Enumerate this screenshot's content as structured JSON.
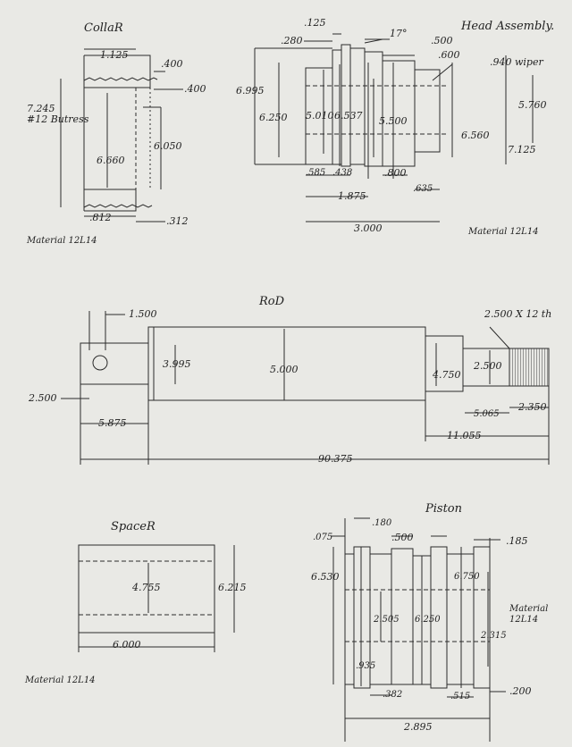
{
  "collar": {
    "title": "CollaR",
    "dims": [
      "1.125",
      ".400",
      ".400",
      "7.245",
      "#12 Butress",
      "6.050",
      "6.660",
      ".812",
      ".312"
    ],
    "material": "Material 12L14"
  },
  "head": {
    "title": "Head Assembly.",
    "dims": [
      ".125",
      ".280",
      "17°",
      ".500",
      ".600",
      "6.995",
      "6.250",
      "5.010",
      "6.537",
      "5.500",
      ".940 wiper",
      "5.760",
      "6.560",
      "7.125",
      ".585",
      ".438",
      ".800",
      ".635",
      "1.875",
      "3.000"
    ],
    "material": "Material 12L14"
  },
  "rod": {
    "title": "RoD",
    "dims": [
      "1.500",
      "2.500 X 12 th",
      "3.995",
      "5.000",
      "4.750",
      "2.500",
      "2.500",
      "5.875",
      "5.065",
      "2.350",
      "11.055",
      "90.375"
    ]
  },
  "spacer": {
    "title": "SpaceR",
    "dims": [
      "4.755",
      "6.215",
      "6.000"
    ],
    "material": "Material 12L14"
  },
  "piston": {
    "title": "Piston",
    "dims": [
      ".075",
      ".180",
      ".500",
      ".185",
      "6.530",
      "6.750",
      "6.250",
      "2.505",
      ".935",
      "2.315",
      ".382",
      ".515",
      ".200",
      "2.895"
    ],
    "material": "Material 12L14"
  }
}
